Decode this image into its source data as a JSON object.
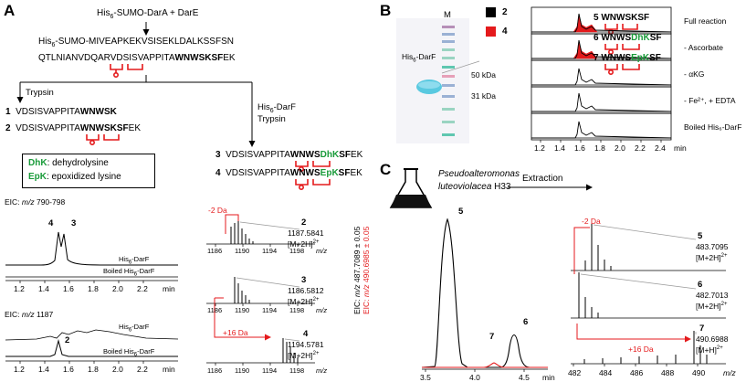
{
  "panels": {
    "a": "A",
    "b": "B",
    "c": "C"
  },
  "panel_a": {
    "start": "His",
    "start_sub": "6",
    "start_rest": "-SUMO-DarA + DarE",
    "seq_line1": "His",
    "seq_line1_sub": "6",
    "seq_line1_rest": "-SUMO-MIVEAPKEKVSISEKLDALKSSFSN",
    "seq_line2_plain": "QTLNIANVDQARVDSISVAPPITA",
    "seq_line2_bold": "WNWSKSF",
    "seq_line2_tail": "EK",
    "trypsin_left": "Trypsin",
    "enzyme_right_1": "His",
    "enzyme_right_1_sub": "6",
    "enzyme_right_1_rest": "-DarF",
    "enzyme_right_2": "Trypsin",
    "products": [
      {
        "num": "1",
        "plain": "VDSISVAPPITA",
        "bold": "WNWSK",
        "green": "",
        "bold2": "",
        "tail": ""
      },
      {
        "num": "2",
        "plain": "VDSISVAPPITA",
        "bold": "WNWSKSF",
        "green": "",
        "bold2": "",
        "tail": "EK"
      },
      {
        "num": "3",
        "plain": "VDSISVAPPITA",
        "bold": "WNWS",
        "green": "DhK",
        "bold2": "SF",
        "tail": "EK"
      },
      {
        "num": "4",
        "plain": "VDSISVAPPITA",
        "bold": "WNWS",
        "green": "EpK",
        "bold2": "SF",
        "tail": "EK"
      }
    ],
    "legend": [
      {
        "abbr": "DhK",
        "text": ": dehydrolysine"
      },
      {
        "abbr": "EpK",
        "text": ": epoxidized lysine"
      }
    ],
    "eic1_label_pre": "EIC: ",
    "eic1_label_mz": "m/z",
    "eic1_label_post": " 790-798",
    "eic2_label_pre": "EIC: ",
    "eic2_label_mz": "m/z",
    "eic2_label_post": " 1187",
    "trace_his": "His",
    "trace_his_sub": "6",
    "trace_his_rest": "-DarF",
    "trace_boiled": "Boiled His",
    "trace_boiled_sub": "6",
    "trace_boiled_rest": "-DarF",
    "peak4": "4",
    "peak3": "3",
    "peak2": "2",
    "time_ticks": [
      "1.2",
      "1.4",
      "1.6",
      "1.8",
      "2.0",
      "2.2"
    ],
    "time_unit": "min",
    "ms_ticks": [
      "1186",
      "1190",
      "1194",
      "1198"
    ],
    "ms_unit": "m/z",
    "ms_minus2": "-2 Da",
    "ms_plus16": "+16 Da",
    "ms_annot": [
      {
        "num": "2",
        "mass": "1187.5841",
        "ion": "[M+2H]",
        "sup": "2+"
      },
      {
        "num": "3",
        "mass": "1186.5812",
        "ion": "[M+2H]",
        "sup": "2+"
      },
      {
        "num": "4",
        "mass": "1194.5781",
        "ion": "[M+2H]",
        "sup": "2+"
      }
    ]
  },
  "panel_b": {
    "gel_marker": "M",
    "band_label": "His",
    "band_label_sub": "6",
    "band_label_rest": "-DarF",
    "kda50": "50 kDa",
    "kda31": "31 kDa",
    "legend": [
      {
        "label": "2",
        "color": "#000000"
      },
      {
        "label": "4",
        "color": "#e41a1c"
      }
    ],
    "traces": [
      "Full reaction",
      "- Ascorbate",
      "- αKG",
      "- Fe²⁺, + EDTA",
      "Boiled His₆-DarF"
    ],
    "ticks": [
      "1.2",
      "1.4",
      "1.6",
      "1.8",
      "2.0",
      "2.2",
      "2.4"
    ],
    "unit": "min"
  },
  "panel_c": {
    "organism_1": "Pseudoalteromonas",
    "organism_2": "luteoviolacea",
    "strain": " H33",
    "extraction": "Extraction",
    "products": [
      {
        "num": "5",
        "bold": "WNWSKSF",
        "green": "",
        "bold2": ""
      },
      {
        "num": "6",
        "bold": "WNWS",
        "green": "DhK",
        "bold2": "SF"
      },
      {
        "num": "7",
        "bold": "WNWS",
        "green": "EpK",
        "bold2": "SF"
      }
    ],
    "eic_black_pre": "EIC: ",
    "eic_black_mz": "m/z",
    "eic_black_post": " 487.7089 ± 0.05",
    "eic_red_pre": "EIC: ",
    "eic_red_mz": "m/z",
    "eic_red_post": " 490.6985 ± 0.05",
    "peak5": "5",
    "peak6": "6",
    "peak7": "7",
    "time_ticks": [
      "3.5",
      "4.0",
      "4.5"
    ],
    "time_unit": "min",
    "ms_minus2": "-2 Da",
    "ms_plus16": "+16 Da",
    "ms_ticks": [
      "482",
      "484",
      "486",
      "488",
      "490"
    ],
    "ms_unit": "m/z",
    "ms_annot": [
      {
        "num": "5",
        "mass": "483.7095",
        "ion": "[M+2H]",
        "sup": "2+"
      },
      {
        "num": "6",
        "mass": "482.7013",
        "ion": "[M+2H]",
        "sup": "2+"
      },
      {
        "num": "7",
        "mass": "490.6988",
        "ion": "[M+H]",
        "sup": "2+"
      }
    ]
  }
}
